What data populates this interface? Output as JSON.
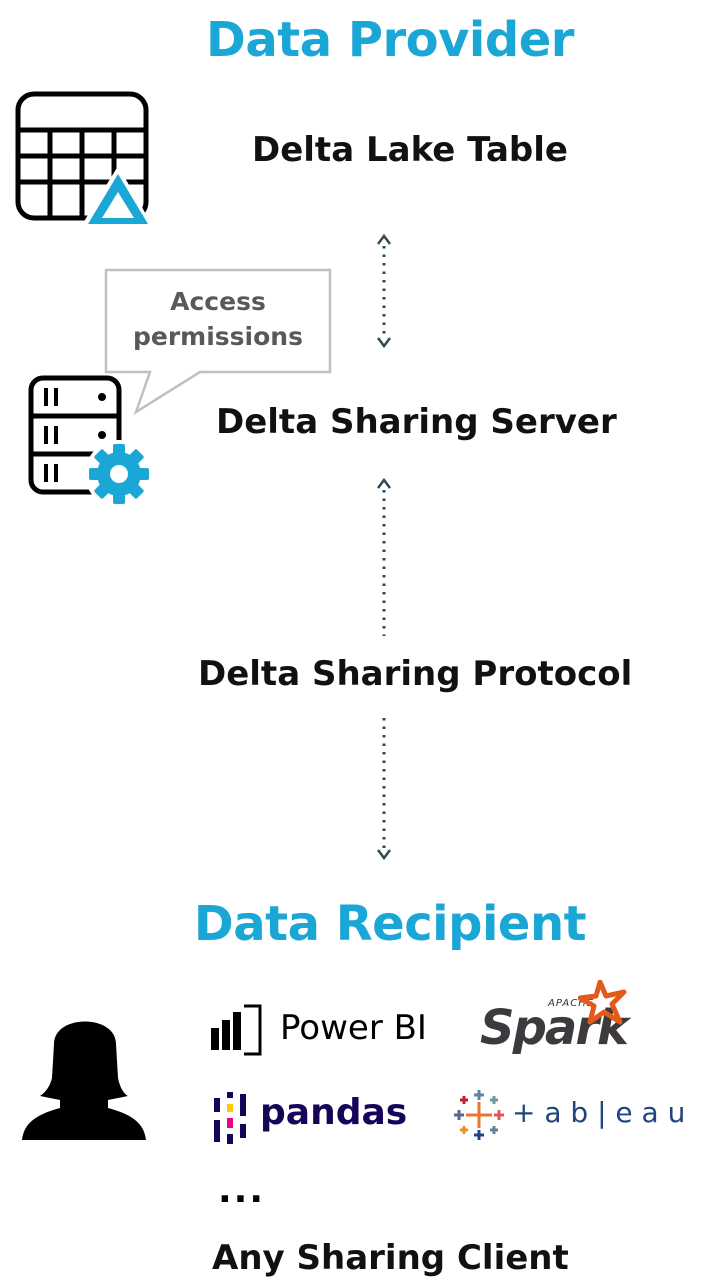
{
  "provider": {
    "title": "Data Provider",
    "table_label": "Delta Lake Table",
    "server_label": "Delta Sharing Server",
    "callout": [
      "Access",
      "permissions"
    ]
  },
  "protocol": {
    "label": "Delta Sharing Protocol"
  },
  "recipient": {
    "title": "Data Recipient",
    "clients": [
      {
        "name": "Power BI",
        "icon": "power-bi-icon"
      },
      {
        "name": "Spark",
        "super": "APACHE",
        "icon": "spark-icon"
      },
      {
        "name": "pandas",
        "icon": "pandas-icon"
      },
      {
        "name": "+ a b | e a u",
        "icon": "tableau-icon"
      }
    ],
    "more": "...",
    "client_label": "Any Sharing Client"
  },
  "colors": {
    "accent": "#1ba7d6",
    "arrow": "#2e4a55",
    "spark_orange": "#e25a1c",
    "pandas_navy": "#150458"
  }
}
